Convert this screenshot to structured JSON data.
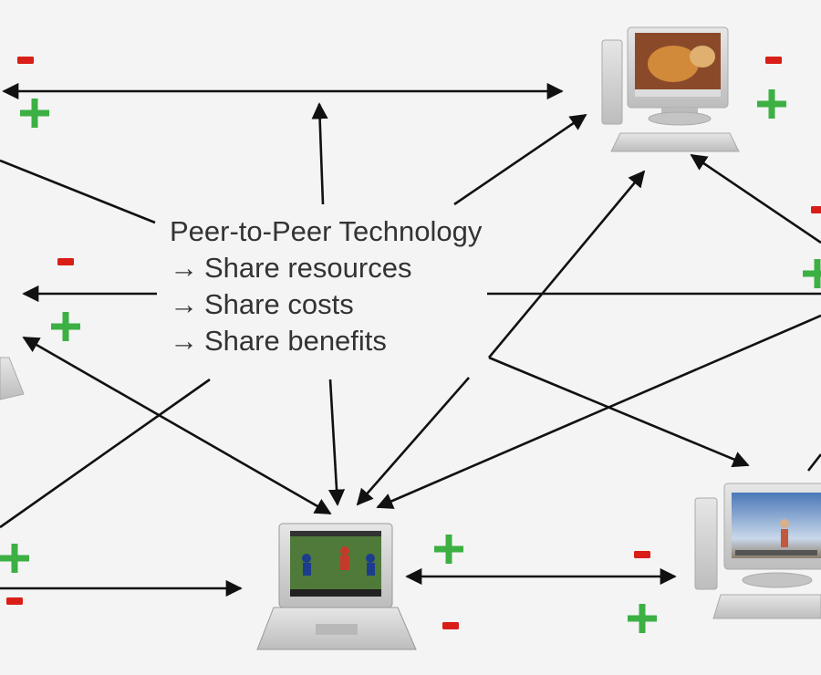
{
  "center_text": {
    "title": "Peer-to-Peer Technology",
    "bullets": [
      {
        "glyph": "→",
        "text": "Share resources"
      },
      {
        "glyph": "→",
        "text": "Share costs"
      },
      {
        "glyph": "→",
        "text": "Share benefits"
      }
    ]
  },
  "signs": {
    "plus": "+",
    "minus": "-"
  },
  "colors": {
    "plus": "#3cb043",
    "minus": "#d91e18",
    "arrow": "#111111",
    "background": "#f4f4f4",
    "device_gray": "#c8c8c8"
  }
}
